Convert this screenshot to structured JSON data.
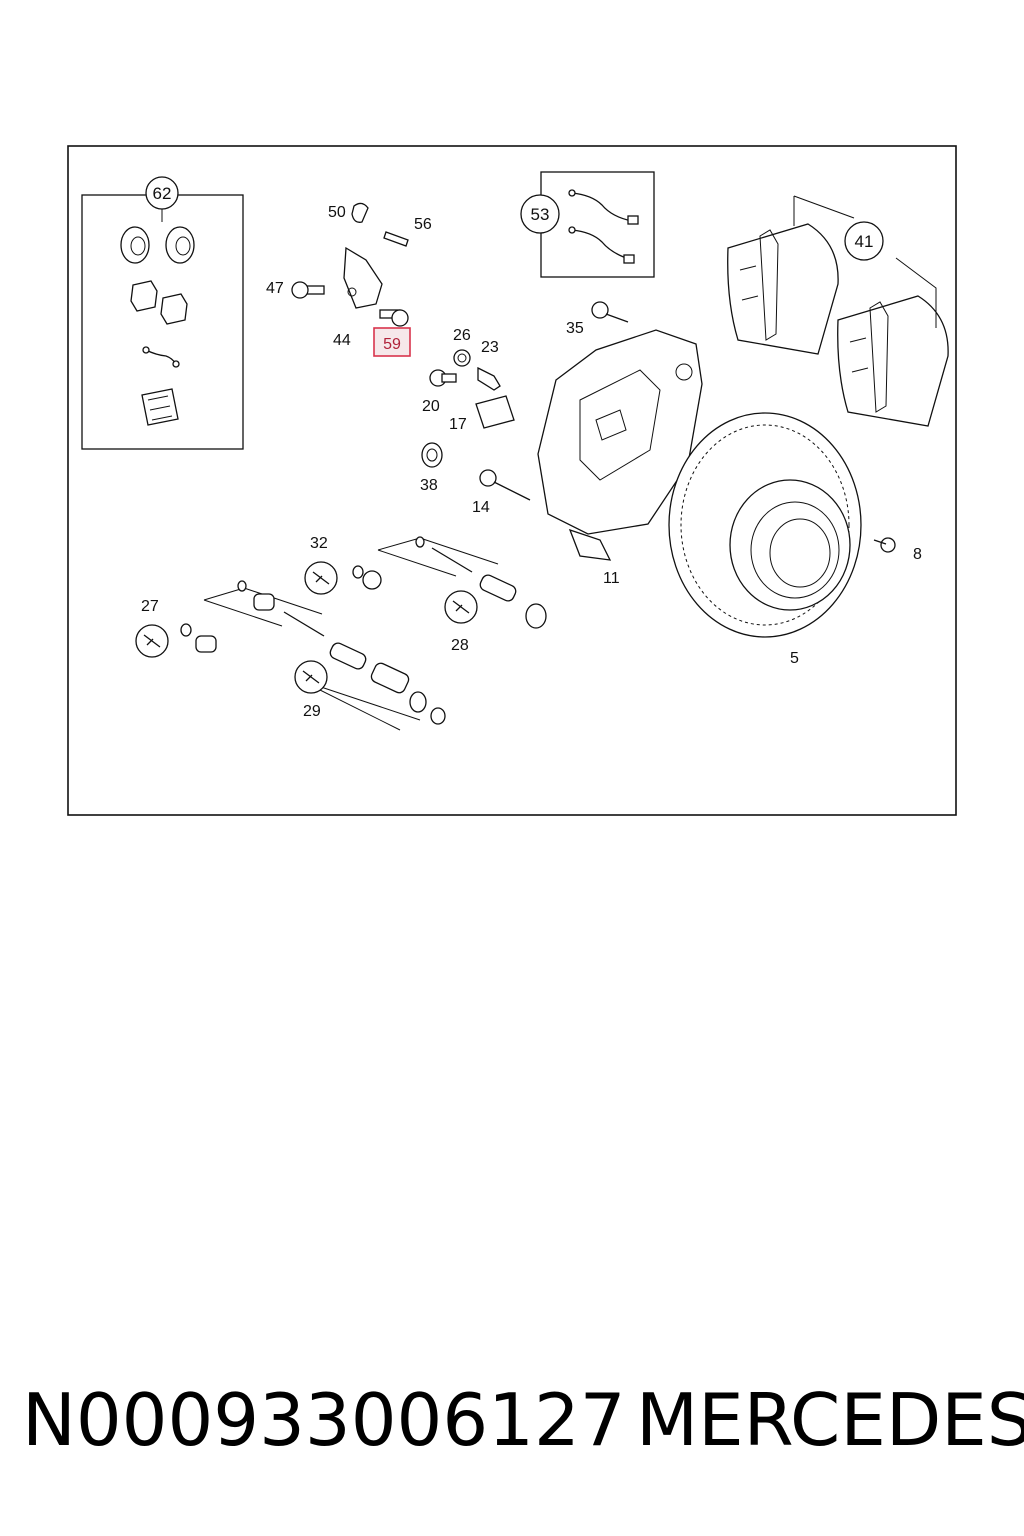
{
  "diagram": {
    "callouts": [
      {
        "id": "62",
        "circled": true
      },
      {
        "id": "50"
      },
      {
        "id": "56"
      },
      {
        "id": "53",
        "circled": true
      },
      {
        "id": "41",
        "circled": true
      },
      {
        "id": "47"
      },
      {
        "id": "44"
      },
      {
        "id": "59",
        "highlighted": true
      },
      {
        "id": "35"
      },
      {
        "id": "26"
      },
      {
        "id": "23"
      },
      {
        "id": "20"
      },
      {
        "id": "17"
      },
      {
        "id": "38"
      },
      {
        "id": "14"
      },
      {
        "id": "11"
      },
      {
        "id": "8"
      },
      {
        "id": "5"
      },
      {
        "id": "32"
      },
      {
        "id": "27"
      },
      {
        "id": "28"
      },
      {
        "id": "29"
      }
    ],
    "highlight_color": "#d9344c"
  },
  "footer": {
    "part_number": "N000933006127",
    "brand": "MERCEDES"
  }
}
